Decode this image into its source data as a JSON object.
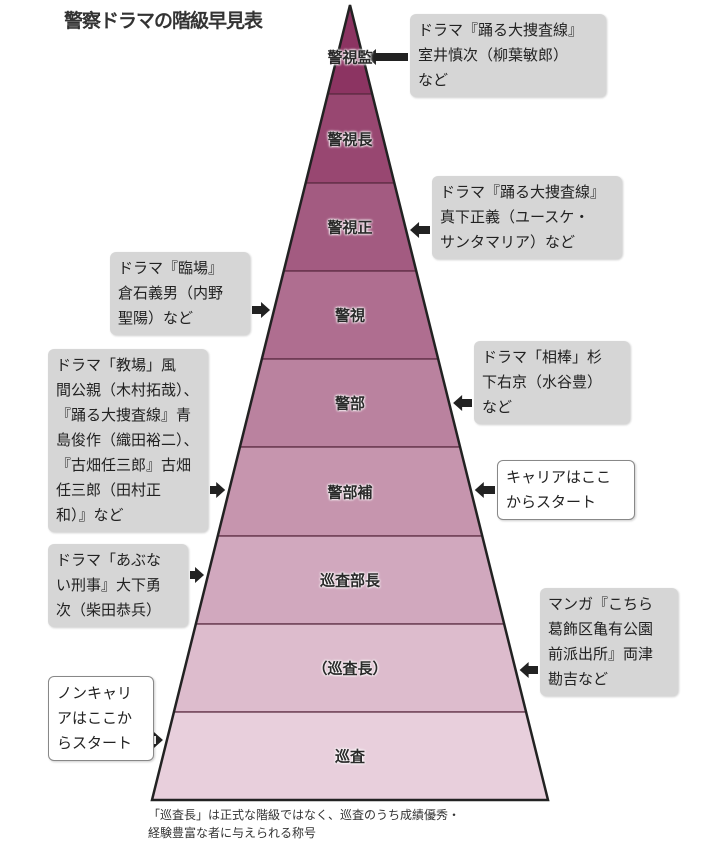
{
  "title": "警察ドラマの階級早見表",
  "ranks": [
    "警視監",
    "警視長",
    "警視正",
    "警視",
    "警部",
    "警部補",
    "巡査部長",
    "（巡査長）",
    "巡査"
  ],
  "colors": {
    "top": "#8c3462",
    "bottom": "#e8cfdc",
    "callout_gray": "#d6d6d6"
  },
  "callouts": [
    {
      "lines": [
        "ドラマ『踊る大捜査線』",
        "室井慎次（柳葉敏郎）",
        "など"
      ]
    },
    {
      "lines": [
        "ドラマ『踊る大捜査線』",
        "真下正義（ユースケ・",
        "サンタマリア）など"
      ]
    },
    {
      "lines": [
        "ドラマ『臨場』",
        "倉石義男（内野",
        "聖陽）など"
      ]
    },
    {
      "lines": [
        "ドラマ「相棒」杉",
        "下右京（水谷豊）",
        "など"
      ]
    },
    {
      "lines": [
        "ドラマ「教場」風",
        "間公親（木村拓哉）、",
        "『踊る大捜査線』青",
        "島俊作（織田裕二）、",
        "『古畑任三郎』古畑",
        "任三郎（田村正",
        "和）』など"
      ]
    },
    {
      "lines": [
        "キャリアはここ",
        "からスタート"
      ]
    },
    {
      "lines": [
        "ドラマ「あぶな",
        "い刑事』大下勇",
        "次（柴田恭兵）"
      ]
    },
    {
      "lines": [
        "マンガ『こちら",
        "葛飾区亀有公園",
        "前派出所』両津",
        "勘吉など"
      ]
    },
    {
      "lines": [
        "ノンキャリ",
        "アはここか",
        "らスタート"
      ]
    }
  ],
  "note": [
    "「巡査長」は正式な階級ではなく、巡査のうち成績優秀・",
    "経験豊富な者に与えられる称号"
  ]
}
